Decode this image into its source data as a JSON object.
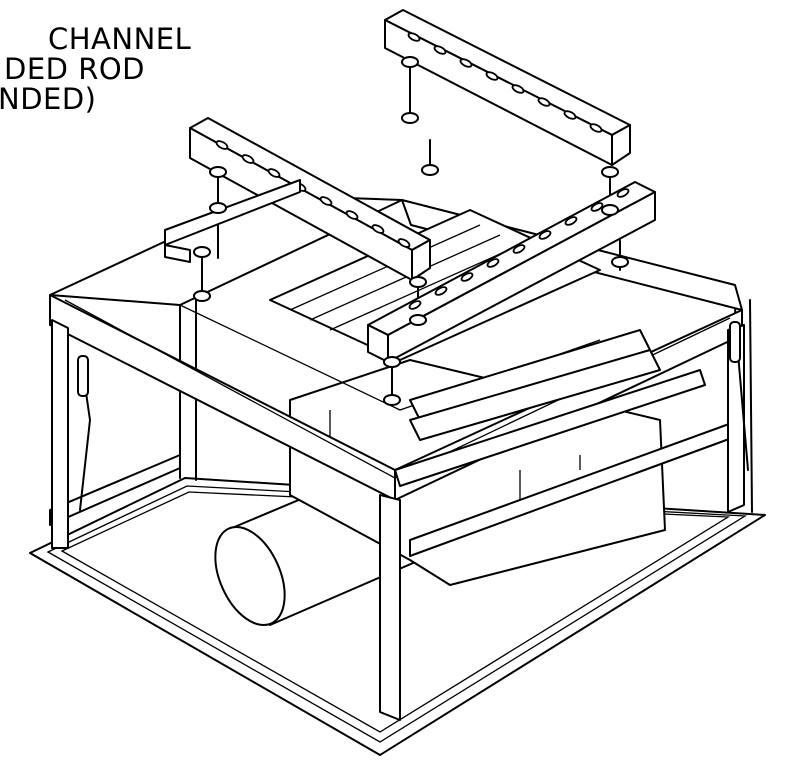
{
  "callout": {
    "line1": "CHANNEL",
    "line2": "DED ROD",
    "line3": "NDED)"
  }
}
